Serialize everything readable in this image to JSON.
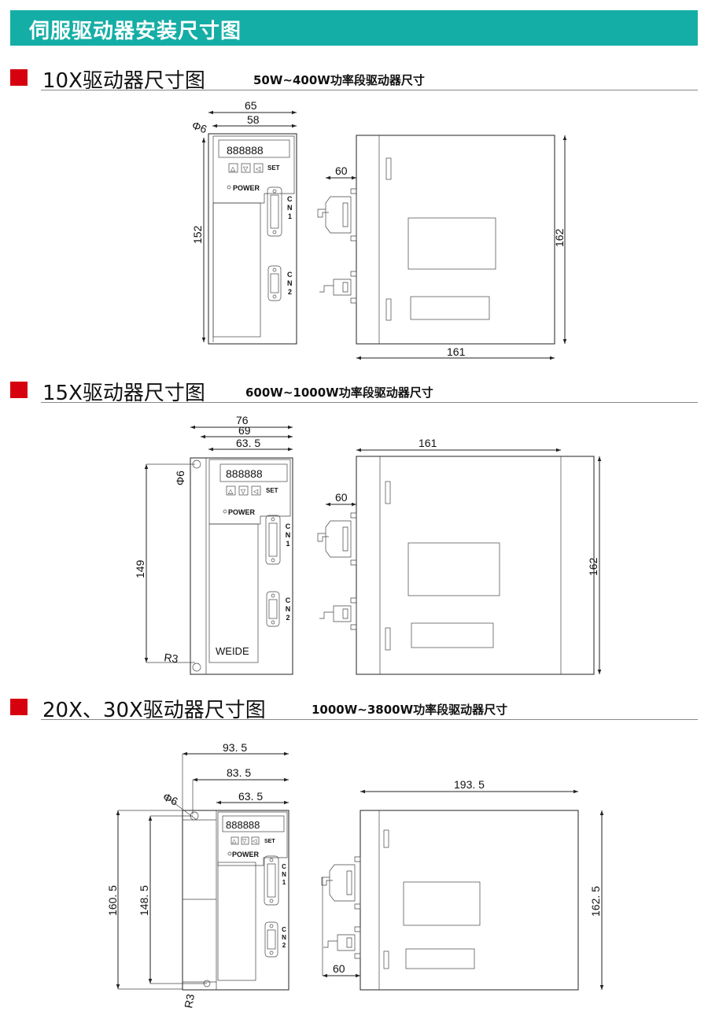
{
  "page_title": "伺服驱动器安装尺寸图",
  "sections": [
    {
      "title": "10X驱动器尺寸图",
      "subtitle": "50W~400W功率段驱动器尺寸",
      "front": {
        "width_outer": "65",
        "width_inner": "58",
        "height": "152",
        "hole": "Φ6"
      },
      "side": {
        "depth": "161",
        "height": "162",
        "clearance": "60"
      }
    },
    {
      "title": "15X驱动器尺寸图",
      "subtitle": "600W~1000W功率段驱动器尺寸",
      "front": {
        "width_outer": "76",
        "width_mid": "69",
        "width_inner": "63. 5",
        "height": "149",
        "hole": "Φ6",
        "radius": "R3",
        "brand": "WEIDE"
      },
      "side": {
        "depth": "161",
        "height": "162",
        "clearance": "60"
      }
    },
    {
      "title": "20X、30X驱动器尺寸图",
      "subtitle": "1000W~3800W功率段驱动器尺寸",
      "front": {
        "width_outer": "93. 5",
        "width_mid": "83. 5",
        "width_inner": "63. 5",
        "height_outer": "160. 5",
        "height_inner": "148. 5",
        "hole": "Φ6",
        "radius": "R3"
      },
      "side": {
        "depth": "193. 5",
        "height": "162. 5",
        "clearance": "60"
      }
    }
  ],
  "panel": {
    "display": "888888",
    "keys": [
      "△",
      "▽",
      "◁",
      "SET"
    ],
    "power_label": "POWER",
    "cn1": "CN1",
    "cn2": "CN2",
    "cn1_chars": [
      "C",
      "N",
      "1"
    ],
    "cn2_chars": [
      "C",
      "N",
      "2"
    ]
  }
}
